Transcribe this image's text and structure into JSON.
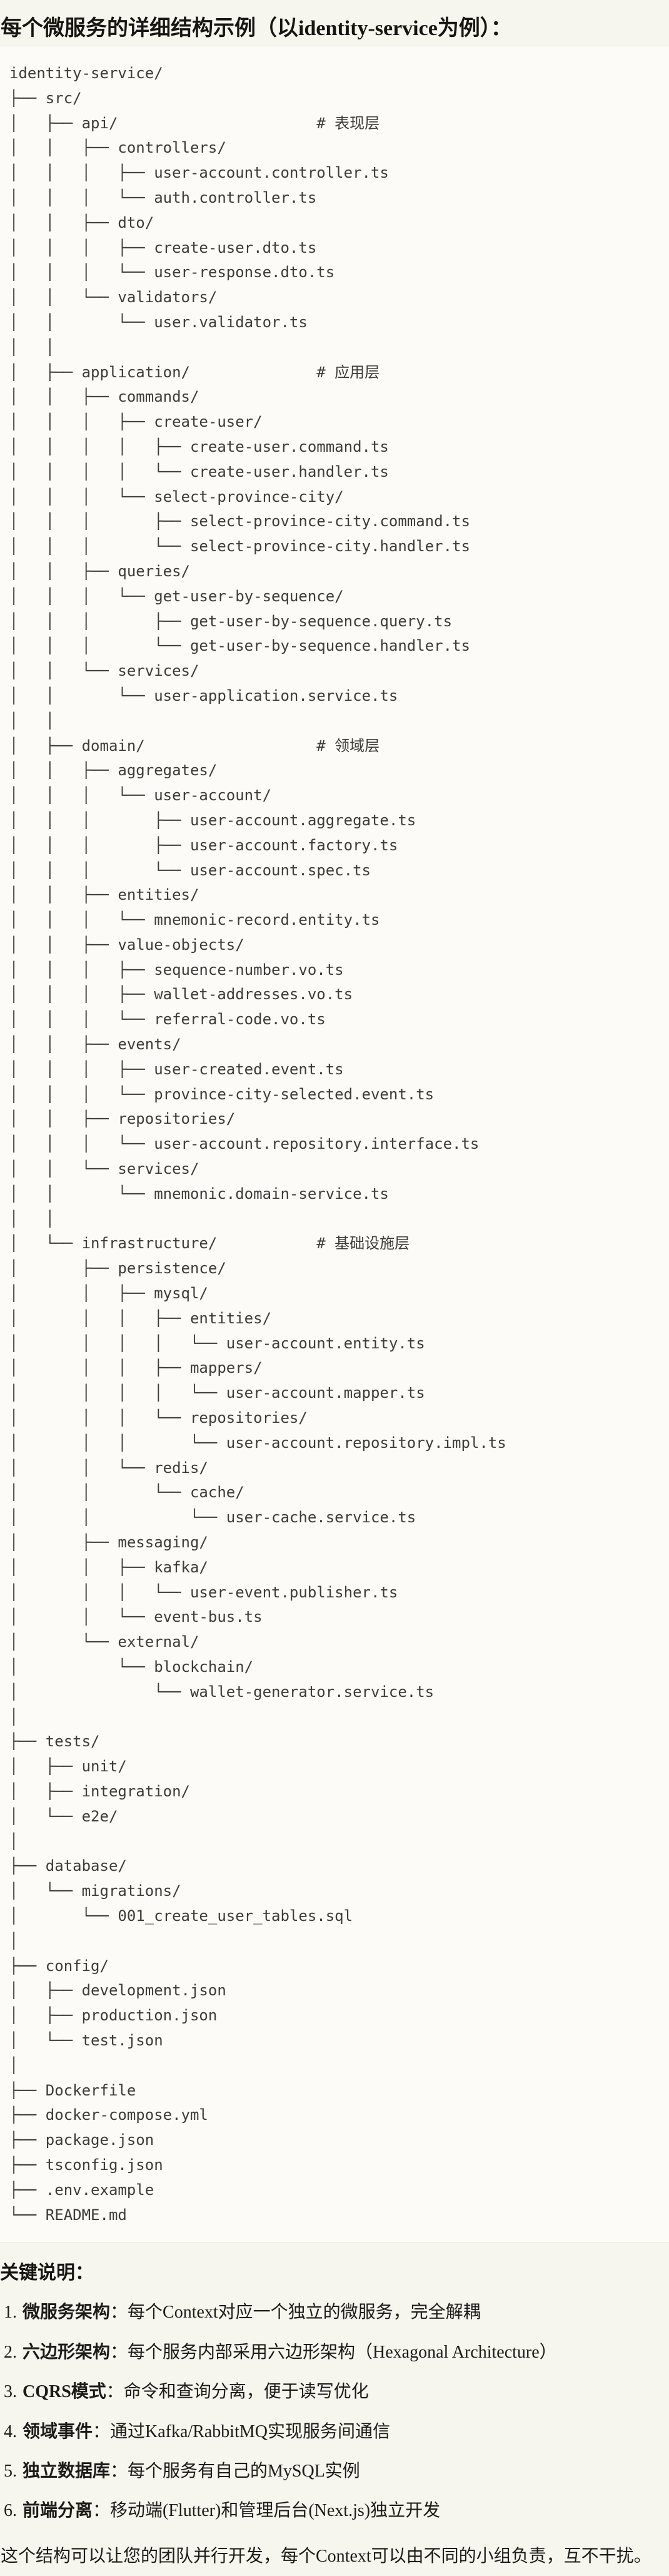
{
  "header": {
    "title": "每个微服务的详细结构示例（以identity-service为例）："
  },
  "tree": {
    "language": "plaintext",
    "text": "identity-service/\n├── src/\n│   ├── api/                      # 表现层\n│   │   ├── controllers/\n│   │   │   ├── user-account.controller.ts\n│   │   │   └── auth.controller.ts\n│   │   ├── dto/\n│   │   │   ├── create-user.dto.ts\n│   │   │   └── user-response.dto.ts\n│   │   └── validators/\n│   │       └── user.validator.ts\n│   │\n│   ├── application/              # 应用层\n│   │   ├── commands/\n│   │   │   ├── create-user/\n│   │   │   │   ├── create-user.command.ts\n│   │   │   │   └── create-user.handler.ts\n│   │   │   └── select-province-city/\n│   │   │       ├── select-province-city.command.ts\n│   │   │       └── select-province-city.handler.ts\n│   │   ├── queries/\n│   │   │   └── get-user-by-sequence/\n│   │   │       ├── get-user-by-sequence.query.ts\n│   │   │       └── get-user-by-sequence.handler.ts\n│   │   └── services/\n│   │       └── user-application.service.ts\n│   │\n│   ├── domain/                   # 领域层\n│   │   ├── aggregates/\n│   │   │   └── user-account/\n│   │   │       ├── user-account.aggregate.ts\n│   │   │       ├── user-account.factory.ts\n│   │   │       └── user-account.spec.ts\n│   │   ├── entities/\n│   │   │   └── mnemonic-record.entity.ts\n│   │   ├── value-objects/\n│   │   │   ├── sequence-number.vo.ts\n│   │   │   ├── wallet-addresses.vo.ts\n│   │   │   └── referral-code.vo.ts\n│   │   ├── events/\n│   │   │   ├── user-created.event.ts\n│   │   │   └── province-city-selected.event.ts\n│   │   ├── repositories/\n│   │   │   └── user-account.repository.interface.ts\n│   │   └── services/\n│   │       └── mnemonic.domain-service.ts\n│   │\n│   └── infrastructure/           # 基础设施层\n│       ├── persistence/\n│       │   ├── mysql/\n│       │   │   ├── entities/\n│       │   │   │   └── user-account.entity.ts\n│       │   │   ├── mappers/\n│       │   │   │   └── user-account.mapper.ts\n│       │   │   └── repositories/\n│       │   │       └── user-account.repository.impl.ts\n│       │   └── redis/\n│       │       └── cache/\n│       │           └── user-cache.service.ts\n│       ├── messaging/\n│       │   ├── kafka/\n│       │   │   └── user-event.publisher.ts\n│       │   └── event-bus.ts\n│       └── external/\n│           └── blockchain/\n│               └── wallet-generator.service.ts\n│\n├── tests/\n│   ├── unit/\n│   ├── integration/\n│   └── e2e/\n│\n├── database/\n│   └── migrations/\n│       └── 001_create_user_tables.sql\n│\n├── config/\n│   ├── development.json\n│   ├── production.json\n│   └── test.json\n│\n├── Dockerfile\n├── docker-compose.yml\n├── package.json\n├── tsconfig.json\n├── .env.example\n└── README.md"
  },
  "notes": {
    "heading": "关键说明：",
    "items": [
      {
        "num": "1.",
        "label": "微服务架构",
        "text": "：每个Context对应一个独立的微服务，完全解耦"
      },
      {
        "num": "2.",
        "label": "六边形架构",
        "text": "：每个服务内部采用六边形架构（Hexagonal Architecture）"
      },
      {
        "num": "3.",
        "label": "CQRS模式",
        "text": "：命令和查询分离，便于读写优化"
      },
      {
        "num": "4.",
        "label": "领域事件",
        "text": "：通过Kafka/RabbitMQ实现服务间通信"
      },
      {
        "num": "5.",
        "label": "独立数据库",
        "text": "：每个服务有自己的MySQL实例"
      },
      {
        "num": "6.",
        "label": "前端分离",
        "text": "：移动端(Flutter)和管理后台(Next.js)独立开发"
      }
    ],
    "footer": "这个结构可以让您的团队并行开发，每个Context可以由不同的小组负责，互不干扰。"
  },
  "colors": {
    "page_background": "#F6F5EE",
    "code_background": "#FCFBF8",
    "code_border": "#E6E4DB",
    "code_text": "#3D3C37",
    "body_text": "#1C1B18"
  }
}
